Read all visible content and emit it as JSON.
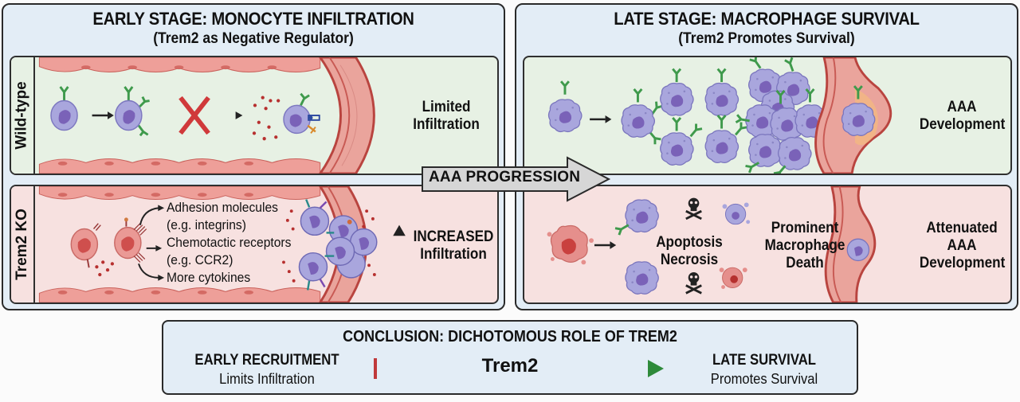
{
  "early_stage": {
    "title": "EARLY STAGE: MONOCYTE INFILTRATION",
    "subtitle": "(Trem2 as Negative Regulator)",
    "wild_type": {
      "row_label": "Wild-type",
      "outcome_line1": "Limited",
      "outcome_line2": "Infiltration",
      "blocked_icon": "red-x-icon"
    },
    "trem2_ko": {
      "row_label": "Trem2 KO",
      "effects": [
        {
          "line1": "Adhesion molecules",
          "line2": "(e.g. integrins)"
        },
        {
          "line1": "Chemotactic receptors",
          "line2": "(e.g. CCR2)"
        },
        {
          "line1": "More cytokines",
          "line2": ""
        }
      ],
      "outcome_line1": "INCREASED",
      "outcome_line2": "Infiltration",
      "outcome_icon": "up-arrow-icon"
    }
  },
  "late_stage": {
    "title": "LATE STAGE: MACROPHAGE SURVIVAL",
    "subtitle": "(Trem2 Promotes Survival)",
    "wild_type": {
      "outcome_line1": "AAA",
      "outcome_line2": "Development"
    },
    "trem2_ko": {
      "death_line1": "Apoptosis",
      "death_line2": "Necrosis",
      "death_icon": "skull-crossbones-icon",
      "middle_line1": "Prominent",
      "middle_line2": "Macrophage",
      "middle_line3": "Death",
      "outcome_line1": "Attenuated",
      "outcome_line2": "AAA",
      "outcome_line3": "Development"
    }
  },
  "progression_arrow": {
    "label": "AAA PROGRESSION"
  },
  "conclusion": {
    "title": "CONCLUSION: DICHOTOMOUS ROLE OF TREM2",
    "center": "Trem2",
    "left_head": "EARLY RECRUITMENT",
    "left_sub": "Limits Infiltration",
    "right_head": "LATE SURVIVAL",
    "right_sub": "Promotes Survival",
    "inhibit_color": "#c0393b",
    "promote_color": "#2e8a3a"
  },
  "colors": {
    "panel_bg": "#e3edf6",
    "wild_type_bg": "#e7f1e4",
    "ko_bg": "#f7e1e0",
    "monocyte": "#a9a6dd",
    "nucleus": "#7a62b8",
    "receptor": "#3f9a4c",
    "ko_cell": "#e58f8c",
    "vessel": "#e59b95",
    "vessel_dark": "#c0514c"
  }
}
